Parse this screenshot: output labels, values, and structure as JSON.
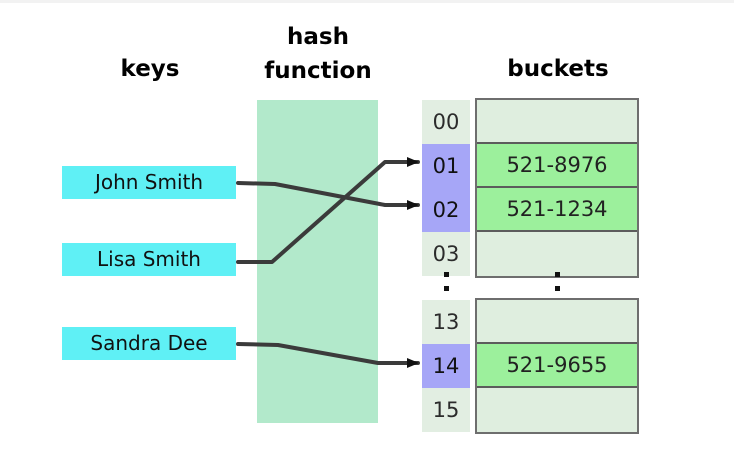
{
  "headers": {
    "keys": "keys",
    "hash_line1": "hash",
    "hash_line2": "function",
    "buckets": "buckets"
  },
  "keys": [
    {
      "label": "John Smith"
    },
    {
      "label": "Lisa Smith"
    },
    {
      "label": "Sandra Dee"
    }
  ],
  "buckets_top": [
    {
      "index": "00",
      "value": "",
      "highlighted": false
    },
    {
      "index": "01",
      "value": "521-8976",
      "highlighted": true
    },
    {
      "index": "02",
      "value": "521-1234",
      "highlighted": true
    },
    {
      "index": "03",
      "value": "",
      "highlighted": false
    }
  ],
  "buckets_bottom": [
    {
      "index": "13",
      "value": "",
      "highlighted": false
    },
    {
      "index": "14",
      "value": "521-9655",
      "highlighted": true
    },
    {
      "index": "15",
      "value": "",
      "highlighted": false
    }
  ],
  "ellipsis": {
    "glyph": "vertical-ellipsis"
  },
  "mappings": [
    {
      "key": "John Smith",
      "bucket": "02"
    },
    {
      "key": "Lisa Smith",
      "bucket": "01"
    },
    {
      "key": "Sandra Dee",
      "bucket": "14"
    }
  ],
  "colors": {
    "key_chip": "#5ff0f5",
    "hash_box": "#b2e9cb",
    "index_default": "#e2eee2",
    "index_highlight": "#a6a6f7",
    "bucket_empty": "#dfeedf",
    "bucket_filled": "#9cf09c",
    "border": "#6e6e6e",
    "wire": "#3b3b3b"
  }
}
